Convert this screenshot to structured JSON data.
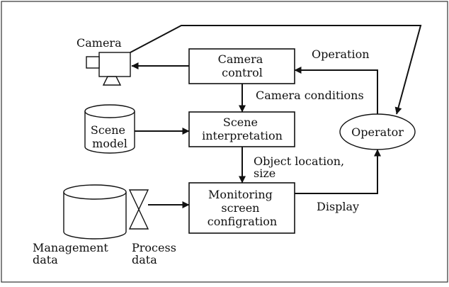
{
  "diagram": {
    "nodes": {
      "camera": {
        "label": "Camera"
      },
      "camera_control": {
        "lines": [
          "Camera",
          "control"
        ]
      },
      "scene_model": {
        "lines": [
          "Scene",
          "model"
        ]
      },
      "scene_interpretation": {
        "lines": [
          "Scene",
          "interpretation"
        ]
      },
      "monitoring": {
        "lines": [
          "Monitoring",
          "screen",
          "configration"
        ]
      },
      "operator": {
        "label": "Operator"
      },
      "management_data": {
        "lines": [
          "Management",
          "data"
        ]
      },
      "process_data": {
        "lines": [
          "Process",
          "data"
        ]
      }
    },
    "edges": {
      "operation": {
        "label": "Operation"
      },
      "camera_conditions": {
        "label": "Camera conditions"
      },
      "object_location": {
        "lines": [
          "Object location,",
          "size"
        ]
      },
      "display": {
        "label": "Display"
      }
    }
  }
}
